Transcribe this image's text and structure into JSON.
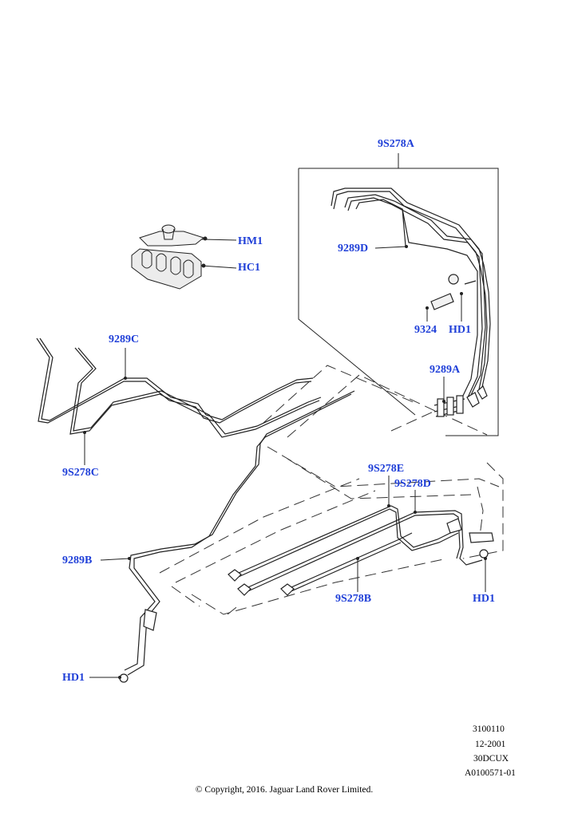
{
  "callouts": {
    "c_9S278A": "9S278A",
    "c_HM1": "HM1",
    "c_HC1": "HC1",
    "c_9289D": "9289D",
    "c_9324": "9324",
    "c_HD1_top": "HD1",
    "c_9289C": "9289C",
    "c_9289A": "9289A",
    "c_9S278C": "9S278C",
    "c_9S278E": "9S278E",
    "c_9S278D": "9S278D",
    "c_9289B": "9289B",
    "c_9S278B": "9S278B",
    "c_HD1_right": "HD1",
    "c_HD1_bottom": "HD1"
  },
  "metadata": {
    "line1": "3100110",
    "line2": "12-2001",
    "line3": "30DCUX",
    "line4": "A0100571-01"
  },
  "copyright": "© Copyright, 2016. Jaguar Land Rover Limited.",
  "colors": {
    "callout": "#1f3fd8",
    "line": "#222222"
  }
}
